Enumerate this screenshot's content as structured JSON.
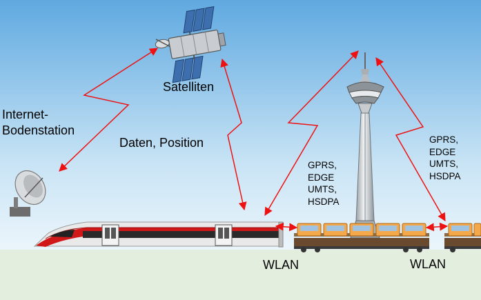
{
  "labels": {
    "satellite": "Satelliten",
    "ground_station": [
      "Internet-",
      "Bodenstation"
    ],
    "data_position": "Daten, Position",
    "tower_protocols": [
      "GPRS,",
      "EDGE",
      "UMTS,",
      "HSDPA"
    ],
    "right_protocols": [
      "GPRS,",
      "EDGE",
      "UMTS,",
      "HSDPA"
    ],
    "wlan_left": "WLAN",
    "wlan_right": "WLAN"
  },
  "colors": {
    "sky_top": "#5fa9e0",
    "sky_bottom": "#ffffff",
    "ground": "#e4eedf",
    "link_red": "#ee1111",
    "train_red": "#d01818",
    "train_body": "#e9e9e9",
    "truck_orange": "#f4a84a",
    "tower_gray": "#cfd3d6"
  },
  "icons": [
    "satellite-icon",
    "satellite-dish-icon",
    "space-needle-tower-icon",
    "train-icon",
    "car-carrier-wagon-icon"
  ]
}
